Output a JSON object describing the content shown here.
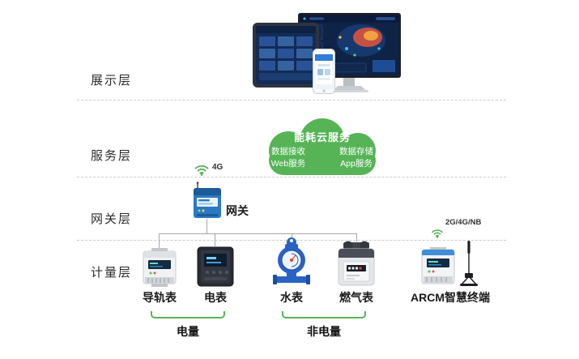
{
  "layers": [
    {
      "id": "display",
      "label": "展示层"
    },
    {
      "id": "service",
      "label": "服务层"
    },
    {
      "id": "gateway",
      "label": "网关层"
    },
    {
      "id": "metering",
      "label": "计量层"
    }
  ],
  "cloud": {
    "title": "能耗云服务",
    "row1": [
      "数据接收",
      "数据存储"
    ],
    "row2": [
      "Web服务",
      "App服务"
    ]
  },
  "gateway": {
    "label": "网关",
    "signal": "4G"
  },
  "arcm": {
    "signal": "2G/4G/NB"
  },
  "devices": [
    {
      "label": "导轨表"
    },
    {
      "label": "电表"
    },
    {
      "label": "水表"
    },
    {
      "label": "燃气表"
    },
    {
      "label": "ARCM智慧终端"
    }
  ],
  "groups": [
    {
      "label": "电量"
    },
    {
      "label": "非电量"
    }
  ],
  "colors": {
    "accent_green": "#56b456",
    "line_gray": "#a7a7a7",
    "device_blue": "#2a63c4",
    "screen_navy": "#0f2347"
  }
}
